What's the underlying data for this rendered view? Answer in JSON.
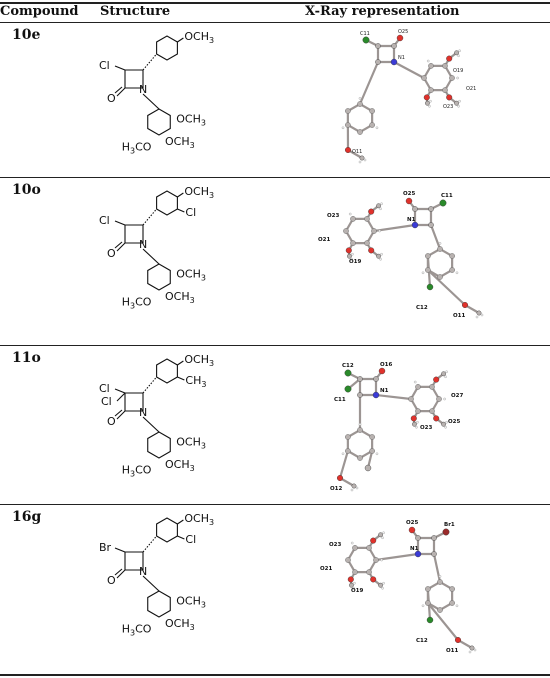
{
  "headers": {
    "compound": "Compound",
    "structure": "Structure",
    "xray": "X-Ray representation"
  },
  "rows": [
    {
      "id": "10e",
      "structure": {
        "ring_sub": "Cl",
        "ring_sub2": "",
        "para": "OCH3",
        "meta": "",
        "n_aryl_top": "OCH3",
        "n_aryl_mid": "OCH3",
        "n_aryl_bottom": "H3CO"
      },
      "xray_labels": [
        "C11",
        "O25",
        "N1",
        "O19",
        "O21",
        "O23",
        "O11"
      ]
    },
    {
      "id": "10o",
      "structure": {
        "ring_sub": "Cl",
        "ring_sub2": "",
        "para": "OCH3",
        "meta": "Cl",
        "n_aryl_top": "OCH3",
        "n_aryl_mid": "OCH3",
        "n_aryl_bottom": "H3CO"
      },
      "xray_labels": [
        "O25",
        "C11",
        "N1",
        "O23",
        "O21",
        "O19",
        "C12",
        "O11"
      ]
    },
    {
      "id": "11o",
      "structure": {
        "ring_sub": "Cl",
        "ring_sub2": "Cl",
        "para": "OCH3",
        "meta": "CH3",
        "n_aryl_top": "OCH3",
        "n_aryl_mid": "OCH3",
        "n_aryl_bottom": "H3CO"
      },
      "xray_labels": [
        "C12",
        "O16",
        "C11",
        "N1",
        "O27",
        "O25",
        "O23",
        "O12"
      ]
    },
    {
      "id": "16g",
      "structure": {
        "ring_sub": "Br",
        "ring_sub2": "",
        "para": "OCH3",
        "meta": "Cl",
        "n_aryl_top": "OCH3",
        "n_aryl_mid": "OCH3",
        "n_aryl_bottom": "H3CO"
      },
      "xray_labels": [
        "O25",
        "Br1",
        "N1",
        "O23",
        "O21",
        "O19",
        "C12",
        "O11"
      ]
    }
  ],
  "colors": {
    "carbon": "#b8b2b0",
    "oxygen": "#e0322c",
    "nitrogen": "#3b3bd6",
    "chlorine": "#2a8a2a",
    "bromine": "#9a2a2a",
    "rule": "#222222"
  }
}
